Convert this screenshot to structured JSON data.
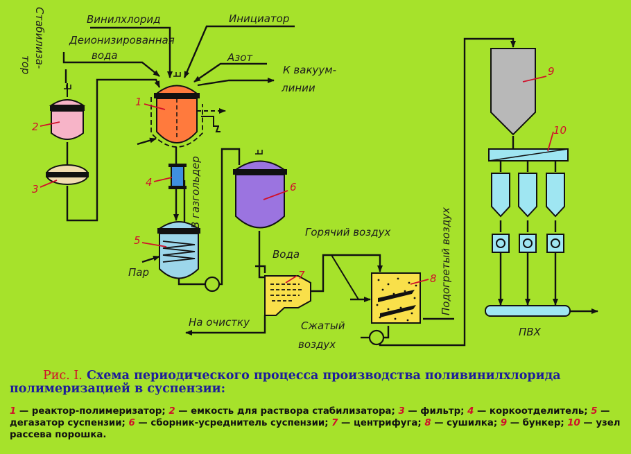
{
  "labels": {
    "stabilizer": "Стабилиза-тор",
    "stabilizer_line1": "Стабилиза-",
    "stabilizer_line2": "тор",
    "vinyl_chloride": "Винилхлорид",
    "deionized_water_1": "Деионизированная",
    "deionized_water_2": "вода",
    "initiator": "Инициатор",
    "nitrogen": "Азот",
    "vacuum_1": "К вакуум-",
    "vacuum_2": "линии",
    "gasholder": "В газгольдер",
    "steam": "Пар",
    "water": "Вода",
    "hot_air": "Горячий воздух",
    "preheated_air": "Подогретый воздух",
    "to_cleaning": "На очистку",
    "compressed_air_1": "Сжатый",
    "compressed_air_2": "воздух",
    "pvc": "ПВХ"
  },
  "equipment_numbers": [
    "1",
    "2",
    "3",
    "4",
    "5",
    "6",
    "7",
    "8",
    "9",
    "10"
  ],
  "caption": {
    "figure": "Рис. I.",
    "title": "Схема периодического процесса производства поливинилхлорида полимеризацией в суспензии:"
  },
  "legend": [
    {
      "n": "1",
      "text": "— реактор-полимеризатор;"
    },
    {
      "n": "2",
      "text": "— емкость для раствора стабилизатора;"
    },
    {
      "n": "3",
      "text": "— фильтр;"
    },
    {
      "n": "4",
      "text": "— коркоотделитель;"
    },
    {
      "n": "5",
      "text": "— дегазатор суспензии;"
    },
    {
      "n": "6",
      "text": "— сборник-усреднитель суспензии;"
    },
    {
      "n": "7",
      "text": "— центрифуга;"
    },
    {
      "n": "8",
      "text": "— сушилка;"
    },
    {
      "n": "9",
      "text": "— бункер;"
    },
    {
      "n": "10",
      "text": "— узел рассева порошка."
    }
  ],
  "colors": {
    "background": "#a6e22b",
    "reactor": "#ff7a3d",
    "stabilizer_tank": "#f7b4c8",
    "filter": "#f1dcb0",
    "cork_separator": "#3f8fe0",
    "degasser": "#9cd6ea",
    "collector": "#9b74e0",
    "centrifuge": "#f9e04a",
    "dryer": "#f9e04a",
    "hopper": "#b8b8b8",
    "sieve": "#9fe6f2",
    "caption_text": "#1d1d9a",
    "number_red": "#d0102a"
  }
}
